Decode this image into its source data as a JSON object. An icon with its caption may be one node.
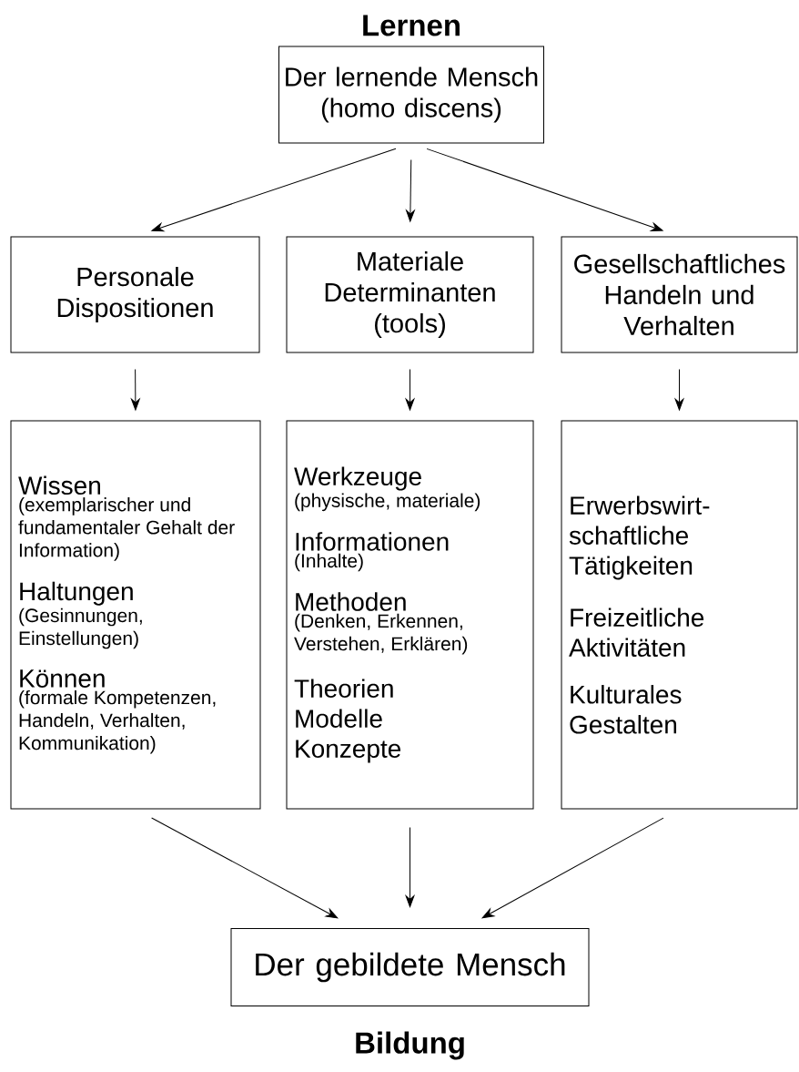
{
  "diagram": {
    "nodes": [
      {
        "text": [
          "Der lernende Mensch (homo discens)"
        ],
        "beside": [
          "Lernen"
        ]
      },
      {
        "text": [
          "Personale Dispositionen"
        ]
      },
      {
        "text": [
          "Materiale Determinanten (tools)"
        ]
      },
      {
        "text": [
          "Gesellschaftliches Handeln und Verhalten"
        ]
      },
      {
        "text": [
          "Wissen",
          "(exemplarischer und fundamentaler Gehalt der Information)",
          "Haltungen",
          "(Gesinnungen, Einstellungen)",
          "Können",
          "(formale Kompetenzen, Handeln, Verhalten, Kommunikation)"
        ]
      },
      {
        "text": [
          "Werkzeuge",
          "(physische, materiale)",
          "Informationen",
          "(Inhalte)",
          "Methoden",
          "(Denken, Erkennen, Verstehen, Erklären)",
          "Theorien Modelle Konzepte"
        ]
      },
      {
        "text": [
          "Erwerbswirt-schaftliche Tätigkeiten",
          "Freizeitliche Aktivitäten",
          "Kulturales Gestalten"
        ]
      },
      {
        "text": [
          "Der gebildete Mensch"
        ],
        "beside": [
          "Bildung"
        ]
      }
    ],
    "edges": [
      {
        "from": 0,
        "to": 1,
        "arrow": "to"
      },
      {
        "from": 0,
        "to": 2,
        "arrow": "to"
      },
      {
        "from": 0,
        "to": 3,
        "arrow": "to"
      },
      {
        "from": 1,
        "to": 4,
        "arrow": "to"
      },
      {
        "from": 2,
        "to": 5,
        "arrow": "to"
      },
      {
        "from": 3,
        "to": 6,
        "arrow": "to"
      },
      {
        "from": 4,
        "to": 7,
        "arrow": "to"
      },
      {
        "from": 5,
        "to": 7,
        "arrow": "to"
      },
      {
        "from": 6,
        "to": 7,
        "arrow": "to"
      }
    ]
  }
}
